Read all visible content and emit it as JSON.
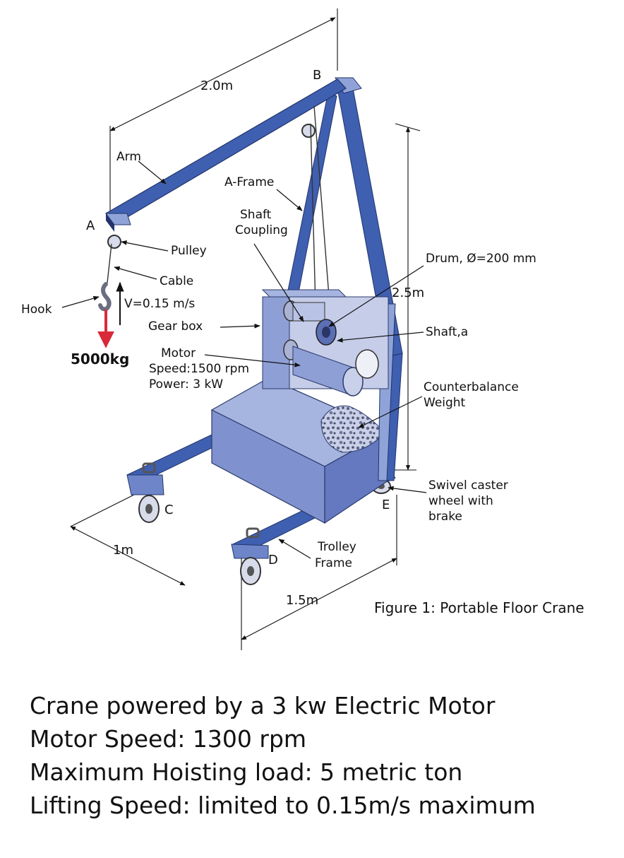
{
  "labels": {
    "dim_arm": "2.0m",
    "dim_height": "2.5m",
    "dim_1m": "1m",
    "dim_1_5m": "1.5m",
    "point_a": "A",
    "point_b": "B",
    "point_c": "C",
    "point_d": "D",
    "point_e": "E",
    "arm": "Arm",
    "a_frame": "A-Frame",
    "shaft_coupling_1": "Shaft",
    "shaft_coupling_2": "Coupling",
    "pulley": "Pulley",
    "cable": "Cable",
    "hook": "Hook",
    "velocity": "V=0.15 m/s",
    "gear_box": "Gear box",
    "load": "5000kg",
    "motor_1": "Motor",
    "motor_2": "Speed:1500 rpm",
    "motor_3": "Power: 3 kW",
    "drum": "Drum, Ø=200 mm",
    "shaft_a": "Shaft,a",
    "counterbalance_1": "Counterbalance",
    "counterbalance_2": "Weight",
    "caster_1": "Swivel caster",
    "caster_2": "wheel with",
    "caster_3": "brake",
    "trolley_1": "Trolley",
    "trolley_2": "Frame"
  },
  "caption": "Figure 1: Portable Floor Crane",
  "specs": [
    "Crane powered by a 3 kw Electric Motor",
    "Motor Speed: 1300 rpm",
    "Maximum Hoisting load: 5 metric ton",
    "Lifting Speed: limited to 0.15m/s maximum"
  ],
  "colors": {
    "frame_blue": "#3f5fb0",
    "frame_light": "#8fa3d8",
    "base_box": "#8e9fd6",
    "load_arrow": "#d82a3a"
  }
}
